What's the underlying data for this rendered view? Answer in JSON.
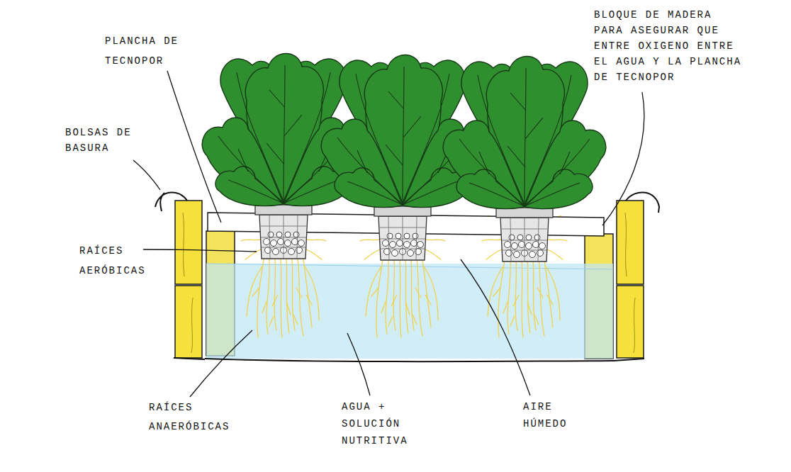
{
  "diagram": {
    "labels": [
      "PLANCHA DE TECNOPOR",
      "BLOQUE DE MADERA PARA ASEGURAR QUE ENTRE OXIGENO ENTRE EL AGUA Y LA PLANCHA DE TECNOPOR",
      "BOLSAS DE BASURA",
      "RAÍCES AERÓBICAS",
      "RAÍCES ANAERÓBICAS",
      "AGUA + SOLUCIÓN NUTRITIVA",
      "AIRE HÚMEDO"
    ]
  }
}
